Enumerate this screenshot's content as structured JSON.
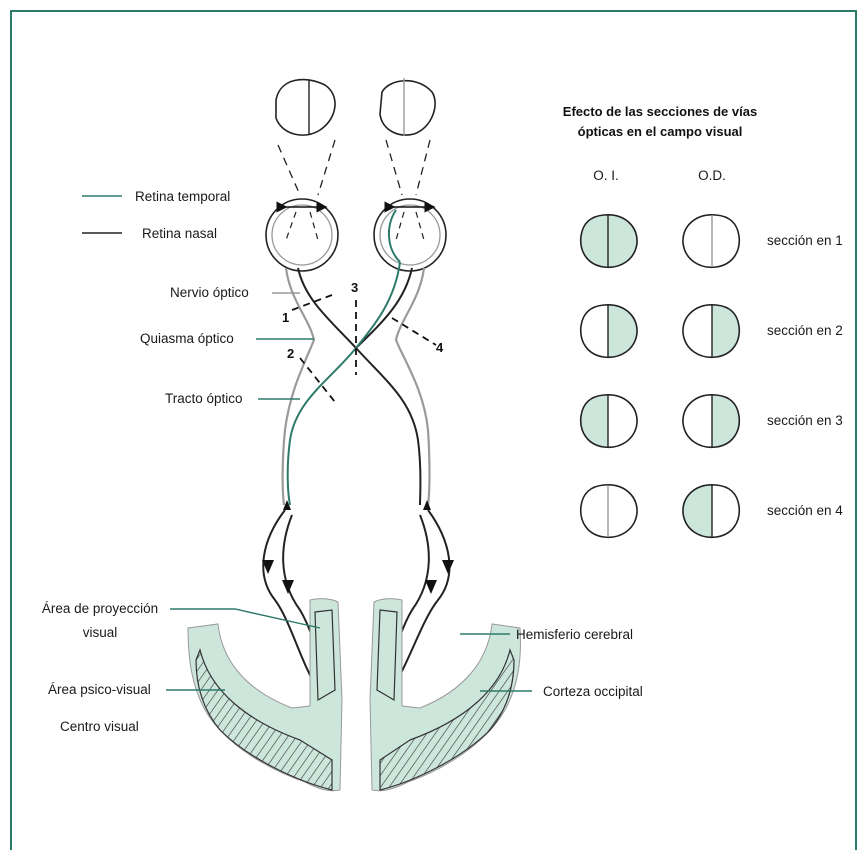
{
  "title_line1": "Efecto de las secciones de vías",
  "title_line2": "ópticas en el campo visual",
  "col_left": "O. I.",
  "col_right": "O.D.",
  "rows": [
    {
      "label": "sección en 1",
      "left_shade": "full",
      "right_shade": "none"
    },
    {
      "label": "sección en 2",
      "left_shade": "right-half",
      "right_shade": "right-half"
    },
    {
      "label": "sección en 3",
      "left_shade": "left-half",
      "right_shade": "right-half"
    },
    {
      "label": "sección en 4",
      "left_shade": "none",
      "right_shade": "left-half"
    }
  ],
  "legend": {
    "temporal": "Retina temporal",
    "nasal": "Retina nasal"
  },
  "labels": {
    "nervio": "Nervio óptico",
    "quiasma": "Quiasma óptico",
    "tracto": "Tracto óptico",
    "area_proy_1": "Área de proyección",
    "area_proy_2": "visual",
    "area_psico": "Área psico-visual",
    "centro": "Centro visual",
    "hemisferio": "Hemisferio cerebral",
    "corteza": "Corteza occipital"
  },
  "section_numbers": [
    "1",
    "2",
    "3",
    "4"
  ],
  "colors": {
    "frame": "#2e7a6a",
    "shade": "#cce6dc",
    "temporal_line": "#2e7a6a",
    "nasal_line": "#222222",
    "pathway_gray": "#9a9a9a"
  }
}
